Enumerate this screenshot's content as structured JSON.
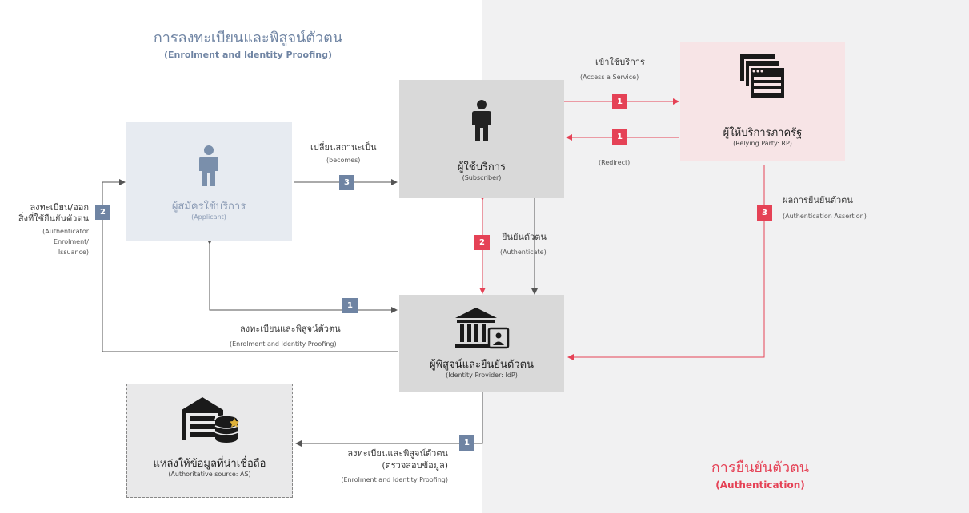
{
  "sections": {
    "enrolment": {
      "title_th": "การลงทะเบียนและพิสูจน์ตัวตน",
      "title_en": "(Enrolment and Identity Proofing)",
      "color": "#6f84a3"
    },
    "authentication": {
      "title_th": "การยืนยันตัวตน",
      "title_en": "(Authentication)",
      "color": "#e54256"
    }
  },
  "nodes": {
    "applicant": {
      "th": "ผู้สมัครใช้บริการ",
      "en": "(Applicant)",
      "icon": "person-icon"
    },
    "subscriber": {
      "th": "ผู้ใช้บริการ",
      "en": "(Subscriber)",
      "icon": "person-icon"
    },
    "rp": {
      "th": "ผู้ให้บริการภาครัฐ",
      "en": "(Relying Party: RP)",
      "icon": "web-pages-icon"
    },
    "idp": {
      "th": "ผู้พิสูจน์และยืนยันตัวตน",
      "en": "(Identity Provider: IdP)",
      "icon": "bank-id-icon"
    },
    "as": {
      "th": "แหล่งให้ข้อมูลที่น่าเชื่อถือ",
      "en": "(Authoritative source: AS)",
      "icon": "warehouse-database-icon"
    }
  },
  "edges": {
    "becomes": {
      "num": "3",
      "th": "เปลี่ยนสถานะเป็น",
      "en": "(becomes)"
    },
    "authenticator": {
      "num": "2",
      "th1": "ลงทะเบียน/ออก",
      "th2": "สิ่งที่ใช้ยืนยันตัวตน",
      "en1": "(Authenticator",
      "en2": "Enrolment/",
      "en3": "Issuance)"
    },
    "enrol_idp": {
      "num": "1",
      "th": "ลงทะเบียนและพิสูจน์ตัวตน",
      "en": "(Enrolment and Identity Proofing)"
    },
    "enrol_as": {
      "num": "1",
      "th1": "ลงทะเบียนและพิสูจน์ตัวตน",
      "th2": "(ตรวจสอบข้อมูล)",
      "en": "(Enrolment and Identity Proofing)"
    },
    "access": {
      "num": "1",
      "th": "เข้าใช้บริการ",
      "en": "(Access a Service)"
    },
    "redirect": {
      "num": "1",
      "en": "(Redirect)"
    },
    "authenticate": {
      "num": "2",
      "th": "ยืนยันตัวตน",
      "en": "(Authenticate)"
    },
    "assertion": {
      "num": "3",
      "th": "ผลการยืนยันตัวตน",
      "en": "(Authentication Assertion)"
    }
  }
}
